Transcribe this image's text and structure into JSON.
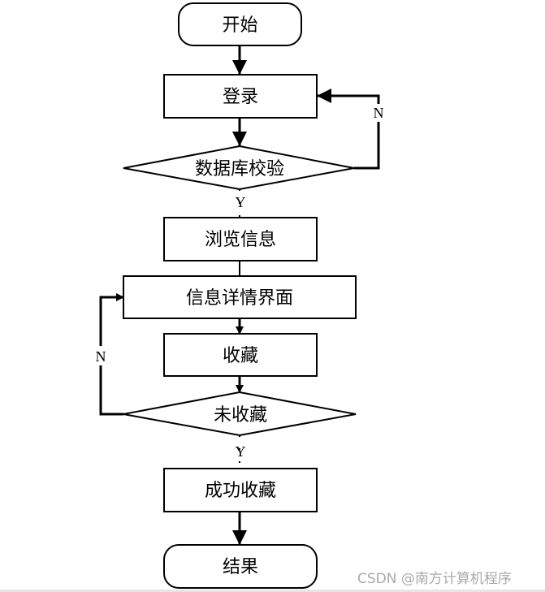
{
  "flowchart": {
    "nodes": [
      {
        "id": "start",
        "label": "开始",
        "shape": "terminal"
      },
      {
        "id": "login",
        "label": "登录",
        "shape": "process"
      },
      {
        "id": "db_check",
        "label": "数据库校验",
        "shape": "decision"
      },
      {
        "id": "browse",
        "label": "浏览信息",
        "shape": "process"
      },
      {
        "id": "detail",
        "label": "信息详情界面",
        "shape": "process"
      },
      {
        "id": "favorite",
        "label": "收藏",
        "shape": "process"
      },
      {
        "id": "not_favorited",
        "label": "未收藏",
        "shape": "decision"
      },
      {
        "id": "success",
        "label": "成功收藏",
        "shape": "process"
      },
      {
        "id": "end",
        "label": "结果",
        "shape": "terminal"
      }
    ],
    "edge_labels": {
      "db_check_no": "N",
      "db_check_yes": "Y",
      "not_favorited_no": "N",
      "not_favorited_yes": "Y"
    }
  },
  "watermark": "CSDN @南方计算机程序"
}
